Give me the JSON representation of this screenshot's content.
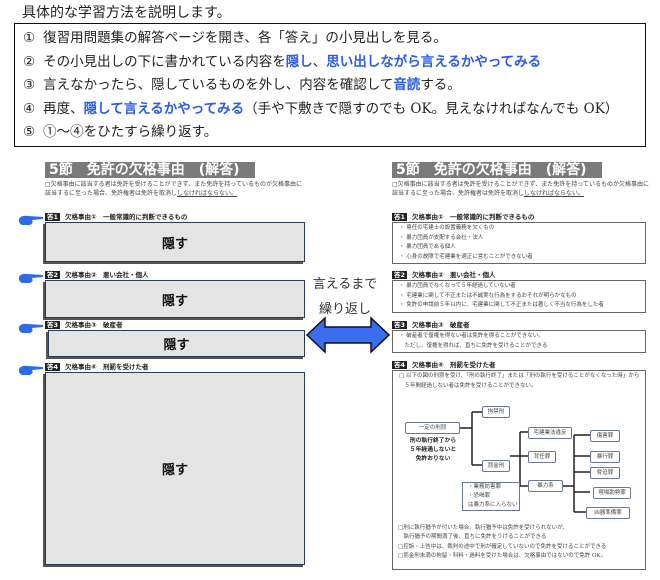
{
  "intro": "具体的な学習方法を説明します。",
  "steps": [
    {
      "num": "①",
      "parts": [
        {
          "t": "復習用問題集の解答ページを開き、各「答え」の小見出しを見る。"
        }
      ]
    },
    {
      "num": "②",
      "parts": [
        {
          "t": "その小見出しの下に書かれている内容を"
        },
        {
          "t": "隠し",
          "hl": true
        },
        {
          "t": "、"
        },
        {
          "t": "思い出しながら言えるかやってみる",
          "hl": true
        }
      ]
    },
    {
      "num": "③",
      "parts": [
        {
          "t": "言えなかったら、隠しているものを外し、内容を確認して"
        },
        {
          "t": "音読",
          "hl": true
        },
        {
          "t": "する。"
        }
      ]
    },
    {
      "num": "④",
      "parts": [
        {
          "t": "再度、"
        },
        {
          "t": "隠して言えるかやってみる",
          "hl": true
        },
        {
          "t": "（手や下敷きで隠すのでも OK。見えなければなんでも OK）"
        }
      ]
    },
    {
      "num": "⑤",
      "parts": [
        {
          "t": "①〜④をひたすら繰り返す。"
        }
      ]
    }
  ],
  "page": {
    "title": "5節　免許の欠格事由　(解答)",
    "lead": "□欠格事由に該当する者は免許を受けることができず、また免許を持っているものが欠格事由に該当するに至った場合、免許権者は免許を取消し",
    "lead_u": "しなければならない。",
    "sections": [
      {
        "tag": "答1",
        "title": "欠格事由①　一般常識的に判断できるもの"
      },
      {
        "tag": "答2",
        "title": "欠格事由②　悪い会社・個人"
      },
      {
        "tag": "答3",
        "title": "欠格事由③　破産者"
      },
      {
        "tag": "答4",
        "title": "欠格事由④　刑罰を受けた者"
      }
    ]
  },
  "cover_label": "隠す",
  "repeat": [
    "言えるまで",
    "繰り返し"
  ],
  "answers": {
    "a1": [
      "・ 専任の宅建士の設置義務を欠くもの",
      "・ 暴力団員が支配する会社・法人",
      "・ 暴力団員である個人",
      "・ 心身の故障で宅建業を適正に営むことができない者"
    ],
    "a2": [
      "・ 暴力団員でなくなって５年経過していない者",
      "・ 宅建業に関して不正または不誠実な行為をするおそれが明らかなもの",
      "・ 免許の申請前５年以内に、宅建業に関して不正または著しく不当な行為をした者"
    ],
    "a3": [
      "・ 破産者で復権を得ない者は免許を得ることができない。",
      "　ただし、復権を得れば、直ちに免許を受けることができる"
    ],
    "a4_intro": [
      "□ 以下の図の刑罰を受け、「刑の執行終了」または「刑の執行を受けることがなくなった時」から",
      "　５年間経過しない者は免許を受けることができない。"
    ],
    "diagram": {
      "root": "一定の刑罰",
      "note": [
        "刑の執行終了から",
        "５年経過しないと",
        "免許おりない"
      ],
      "n1": "拘禁刑",
      "n2": "罰金刑",
      "n3": "宅建業法違反",
      "n4": "背任罪",
      "n5": "暴力系",
      "v1": "傷害罪",
      "v2": "暴行罪",
      "v3": "脅迫罪",
      "v4": "現場助勢罪",
      "v5": "凶器準備罪",
      "callout": [
        "・業務妨害罪",
        "・恐喝罪",
        "は暴力系に入らない"
      ]
    },
    "a4_notes": [
      "□刑に執行猶予が付いた場合、執行猶予中は免許を受けられないが、",
      "　執行猶予の期間満了後、直ちに免許をうけることができる",
      "□控訴・上告中は、裁判の途中で刑が確定していないので免許を受けることができる",
      "□罰金刑未満の拘留・科料・過料を受けた場合は、欠格事由ではないので免許 OK。"
    ]
  },
  "colors": {
    "accent": "#2a5ce8",
    "arrow": "#3a6df0",
    "hand": "#2f6ae8"
  }
}
